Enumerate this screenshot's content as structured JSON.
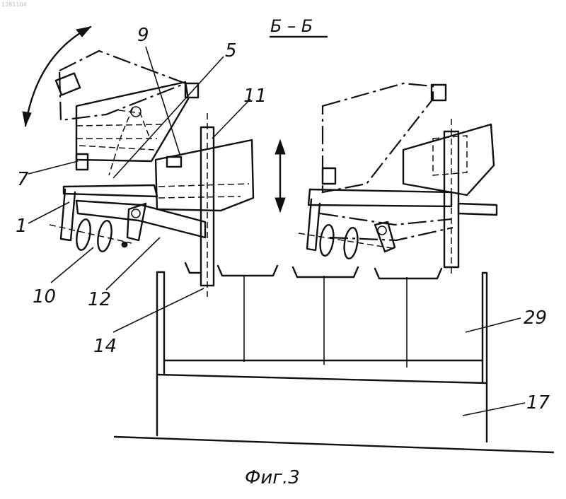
{
  "document_number": "1281104",
  "section_title": "Б – Б",
  "caption": "Фиг.3",
  "labels": {
    "l1": "1",
    "l5": "5",
    "l7": "7",
    "l9": "9",
    "l10": "10",
    "l11": "11",
    "l12": "12",
    "l14": "14",
    "l17": "17",
    "l29": "29"
  },
  "colors": {
    "ink": "#111111",
    "paper": "#ffffff"
  }
}
